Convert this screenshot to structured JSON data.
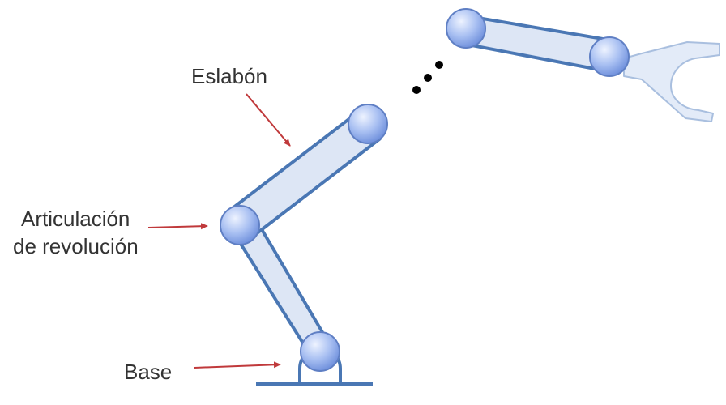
{
  "labels": {
    "link": "Eslabón",
    "joint_line1": "Articulación",
    "joint_line2": "de revolución",
    "base": "Base"
  },
  "colors": {
    "link_fill": "#dde6f5",
    "link_stroke": "#4a77b4",
    "joint_fill_light": "#e6eeff",
    "joint_fill_dark": "#7f9fe6",
    "joint_stroke": "#5f7fc4",
    "gripper_fill": "#e3ebf8",
    "gripper_stroke": "#a9bfdf",
    "base_stroke": "#4a77b4",
    "arrow": "#c0393b",
    "dots": "#000000",
    "text": "#333333"
  },
  "icons": {
    "ellipsis": "ellipsis-dots-icon",
    "gripper": "gripper-claw-icon"
  }
}
